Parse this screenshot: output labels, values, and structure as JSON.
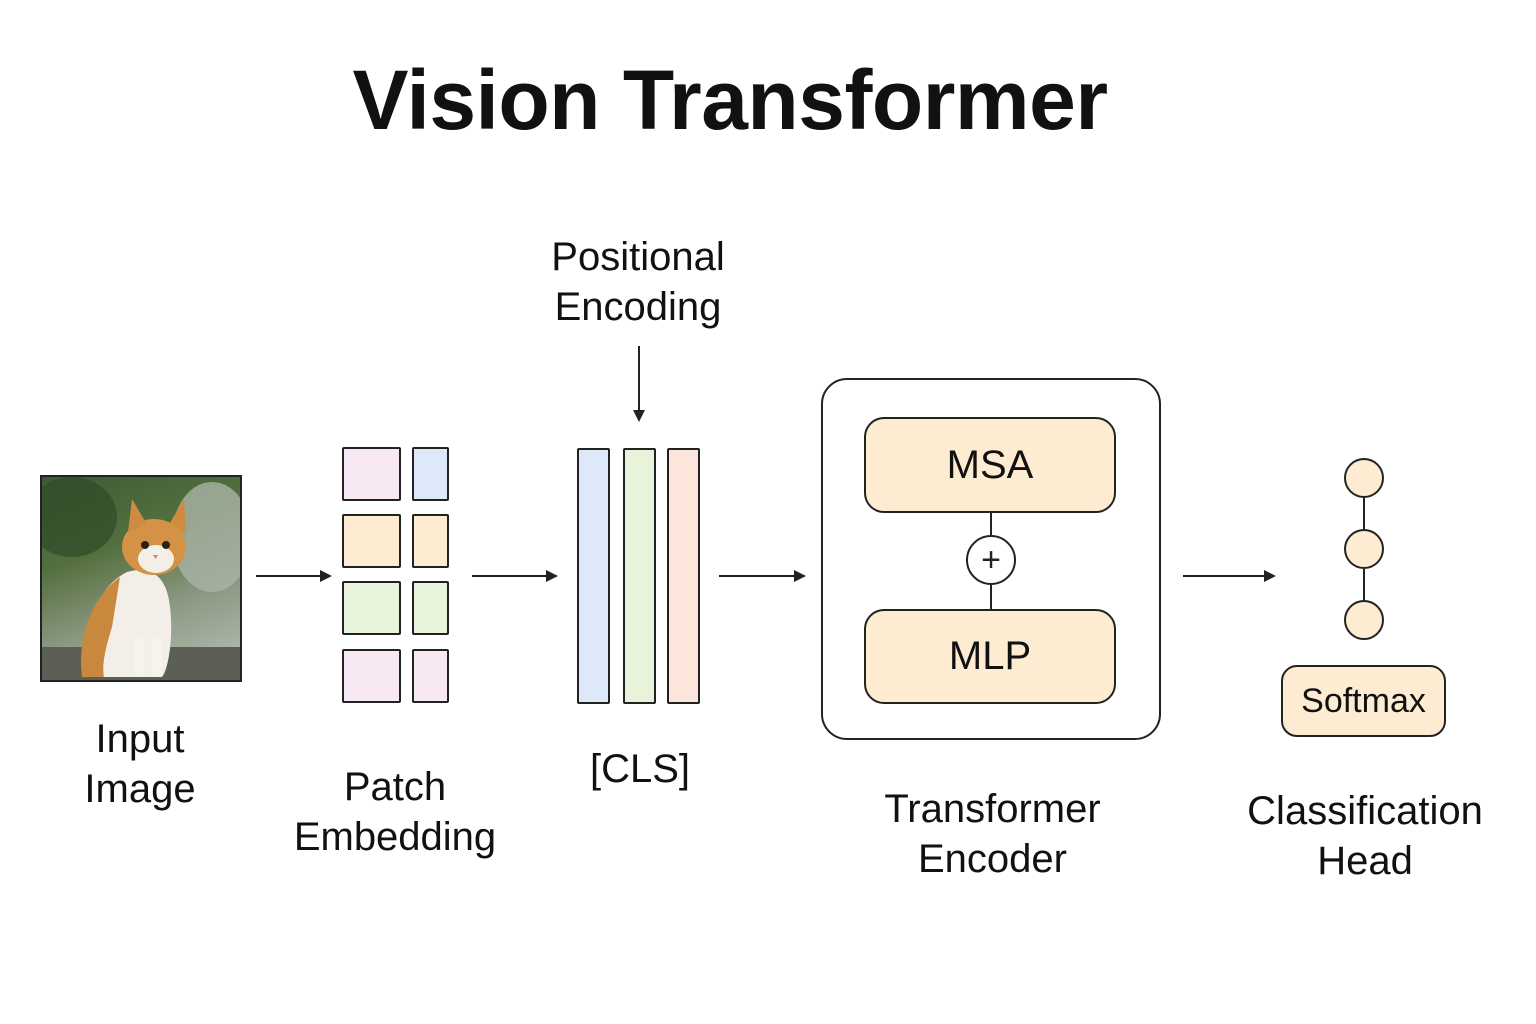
{
  "title": "Vision Transformer",
  "stages": {
    "input": {
      "line1": "Input",
      "line2": "Image"
    },
    "patch": {
      "line1": "Patch",
      "line2": "Embedding"
    },
    "positional": {
      "line1": "Positional",
      "line2": "Encoding"
    },
    "cls": "[CLS]",
    "encoder": {
      "line1": "Transformer",
      "line2": "Encoder",
      "msa": "MSA",
      "plus": "+",
      "mlp": "MLP"
    },
    "head": {
      "line1": "Classification",
      "line2": "Head",
      "softmax": "Softmax"
    }
  },
  "colors": {
    "pink": "#f8e8f4",
    "blue": "#dde9f8",
    "peach": "#fdecd1",
    "green": "#e8f3dc",
    "salmon": "#fde5dc",
    "stroke": "#222222"
  },
  "patch_grid": [
    [
      "pink",
      "blue"
    ],
    [
      "peach",
      "peach"
    ],
    [
      "green",
      "green"
    ],
    [
      "pink",
      "pink"
    ]
  ],
  "token_columns": [
    "blue",
    "green",
    "salmon"
  ],
  "output_nodes": 3
}
